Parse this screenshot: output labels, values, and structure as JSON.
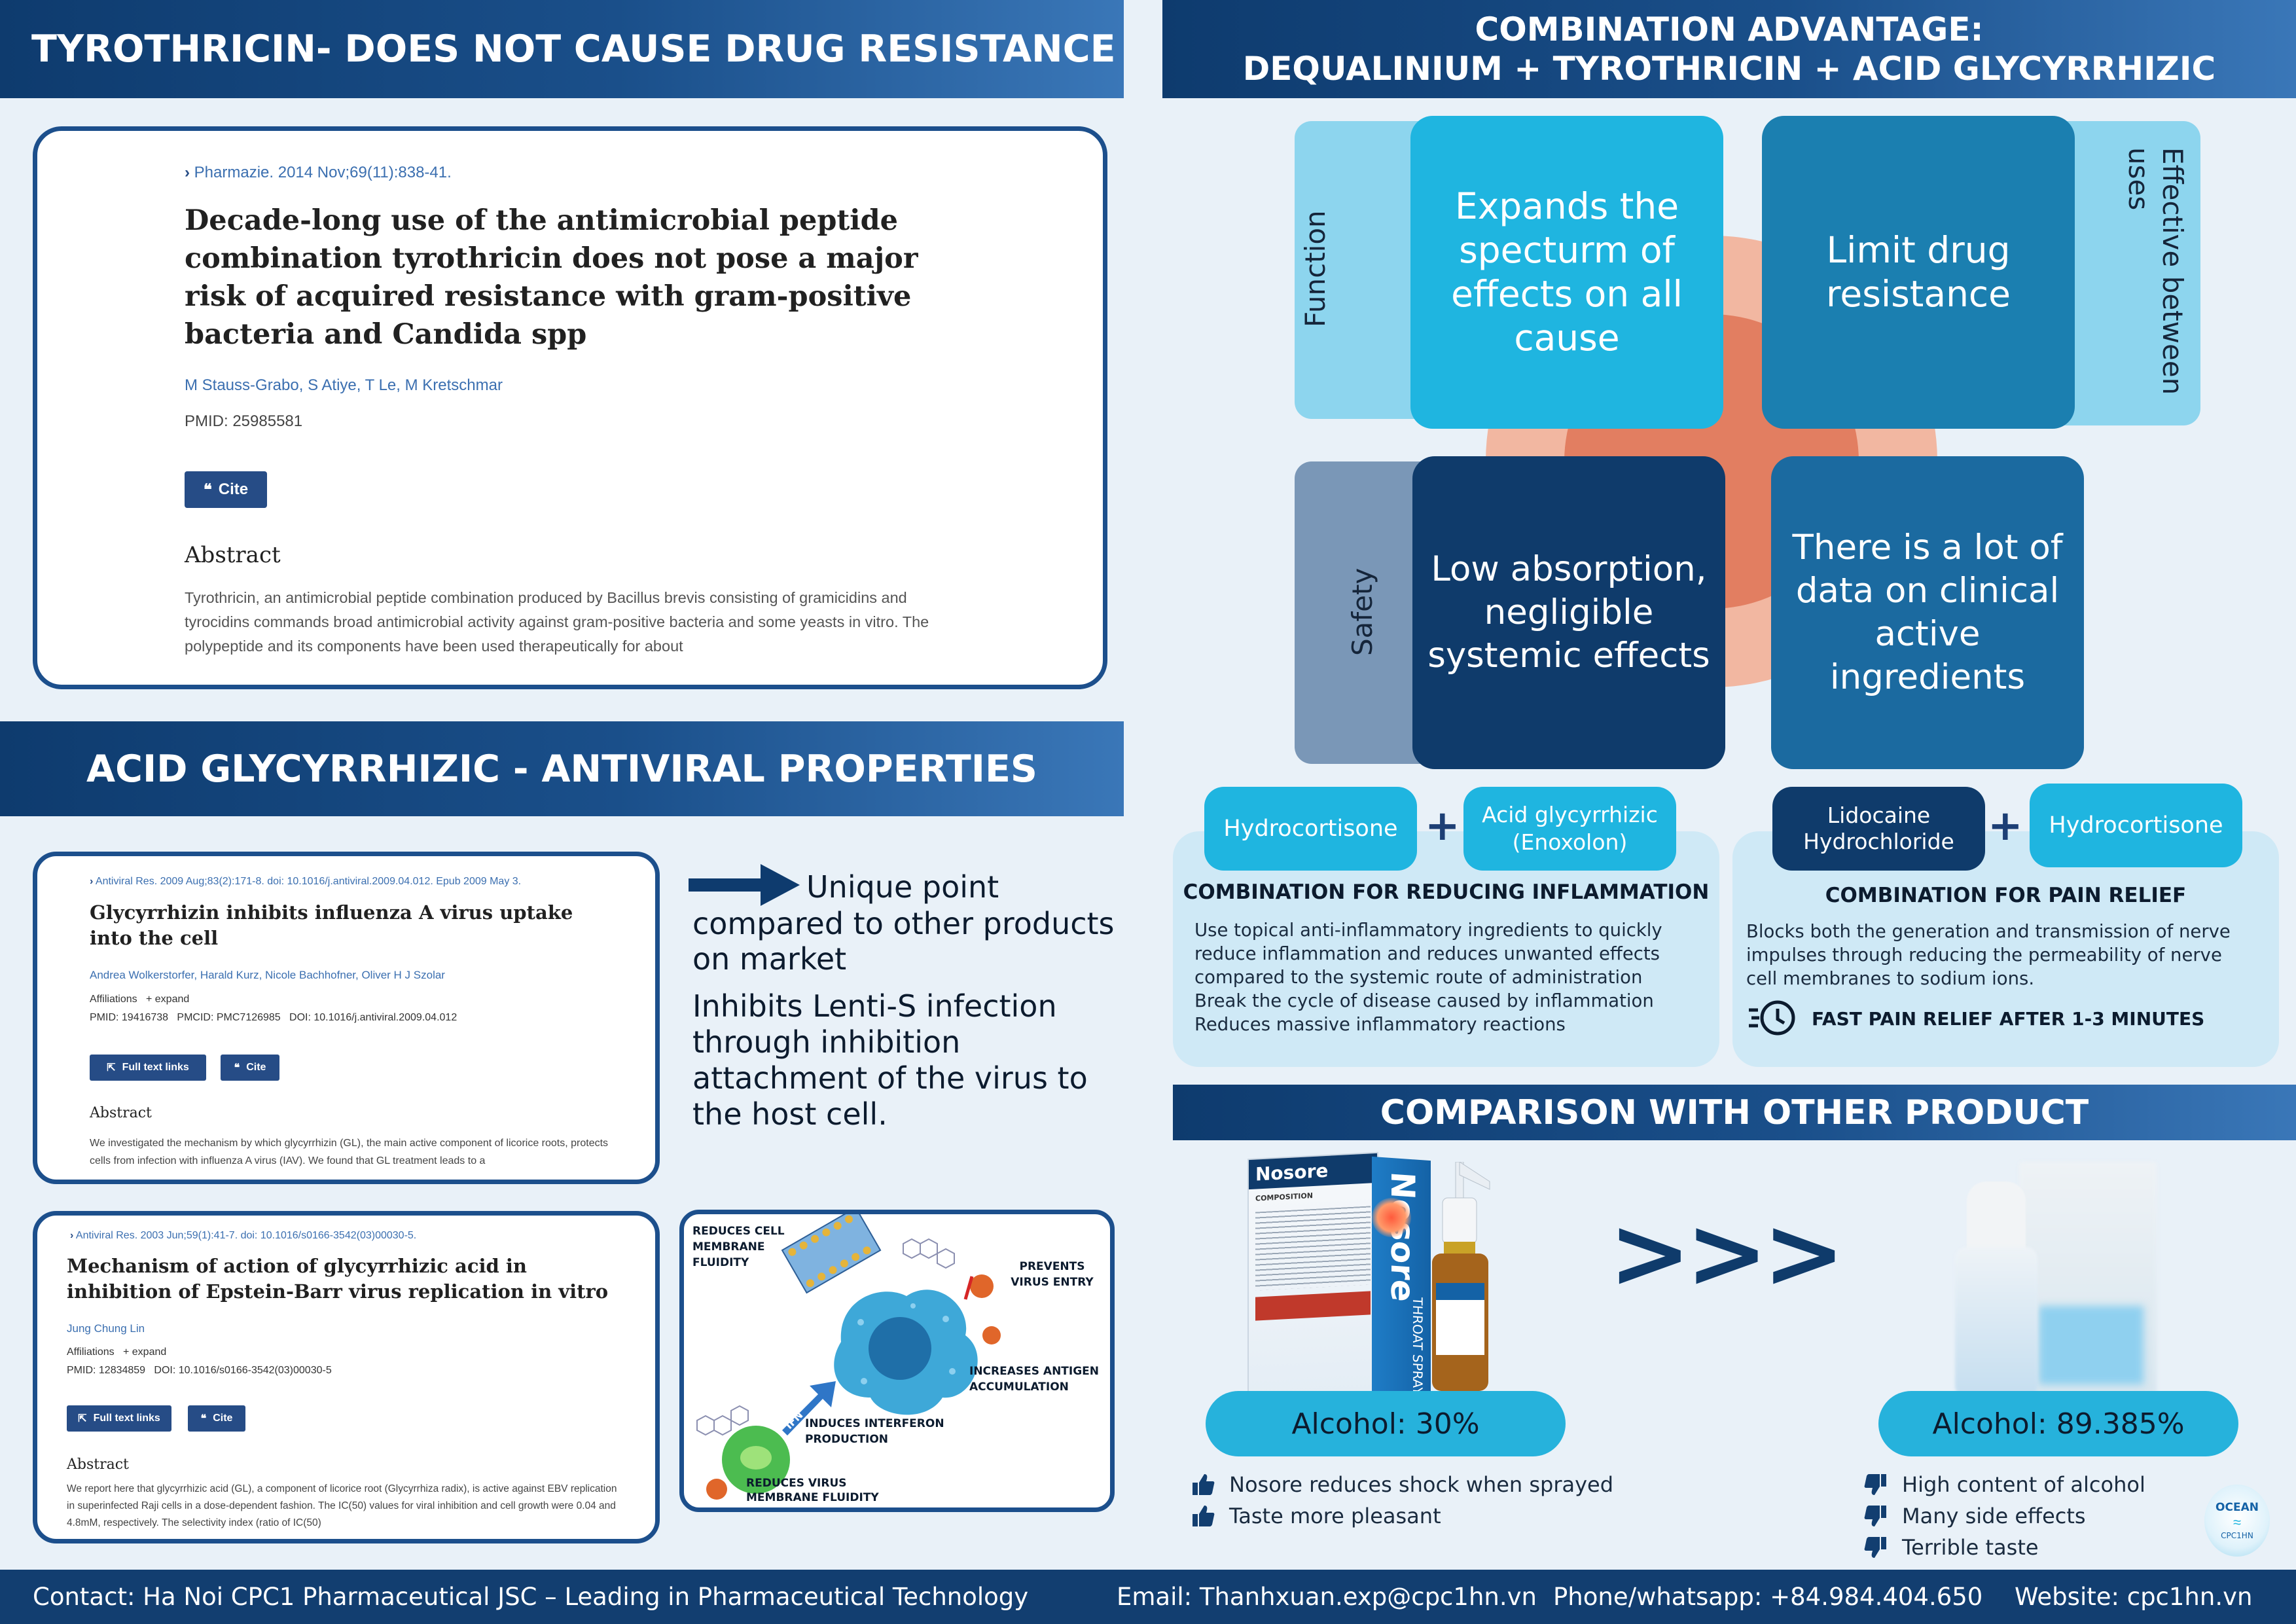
{
  "left_top": {
    "banner": "TYROTHRICIN- DOES NOT CAUSE DRUG RESISTANCE",
    "paper": {
      "source": "Pharmazie. 2014 Nov;69(11):838-41.",
      "title": "Decade-long use of the antimicrobial peptide combination tyrothricin does not pose a major risk of acquired resistance with gram-positive bacteria and Candida spp",
      "authors": "M Stauss-Grabo, S Atiye, T Le, M Kretschmar",
      "pmid": "PMID: 25985581",
      "cite": "Cite",
      "abstract_heading": "Abstract",
      "abstract": "Tyrothricin, an antimicrobial peptide combination produced by Bacillus brevis consisting of gramicidins and tyrocidins commands broad antimicrobial activity against gram-positive bacteria and some yeasts in vitro. The polypeptide and its components have been used therapeutically for about"
    }
  },
  "left_mid": {
    "banner": "ACID GLYCYRRHIZIC - ANTIVIRAL PROPERTIES",
    "paper1": {
      "source": "Antiviral Res. 2009 Aug;83(2):171-8. doi: 10.1016/j.antiviral.2009.04.012. Epub 2009 May 3.",
      "title": "Glycyrrhizin inhibits influenza A virus uptake into the cell",
      "authors": "Andrea Wolkerstorfer, Harald Kurz, Nicole Bachhofner, Oliver H J Szolar",
      "affiliations": "Affiliations",
      "expand": "+ expand",
      "ids": "PMID: 19416738   PMCID: PMC7126985   DOI: 10.1016/j.antiviral.2009.04.012",
      "full_text": "Full text links",
      "cite": "Cite",
      "abstract_heading": "Abstract",
      "abstract": "We investigated the mechanism by which glycyrrhizin (GL), the main active component of licorice roots, protects cells from infection with influenza A virus (IAV). We found that GL treatment leads to a"
    },
    "unique_point": "Unique point",
    "unique_rest": "compared to other products on market",
    "inhibits": "Inhibits  Lenti-S infection through inhibition attachment of the virus to the host cell.",
    "paper2": {
      "source": "Antiviral Res. 2003 Jun;59(1):41-7. doi: 10.1016/s0166-3542(03)00030-5.",
      "title": "Mechanism of action of glycyrrhizic acid in inhibition of Epstein-Barr virus replication in vitro",
      "authors": "Jung Chung Lin",
      "affiliations": "Affiliations",
      "expand": "+ expand",
      "ids": "PMID: 12834859   DOI: 10.1016/s0166-3542(03)00030-5",
      "full_text": "Full text links",
      "cite": "Cite",
      "abstract_heading": "Abstract",
      "abstract": "We report here that glycyrrhizic acid (GL), a component of licorice root (Glycyrrhiza radix), is active against EBV replication in superinfected Raji cells in a dose-dependent fashion. The IC(50) values for viral inhibition and cell growth were 0.04 and 4.8mM, respectively. The selectivity index (ratio of IC(50)"
    },
    "diagram": {
      "reduces_cell_fluidity": "REDUCES CELL MEMBRANE FLUIDITY",
      "prevents_entry": "PREVENTS VIRUS ENTRY",
      "increases_antigen": "INCREASES ANTIGEN ACCUMULATION",
      "induces_interferon": "INDUCES INTERFERON PRODUCTION",
      "ifn": "IFN",
      "reduces_virus_fluidity": "REDUCES VIRUS MEMBRANE FLUIDITY"
    }
  },
  "right_top": {
    "banner_line1": "COMBINATION ADVANTAGE:",
    "banner_line2": "DEQUALINIUM + TYROTHRICIN + ACID GLYCYRRHIZIC",
    "labels": {
      "function": "Function",
      "effective": "Effective between uses",
      "safety": "Safety"
    },
    "boxes": {
      "expands": "Expands the specturm of effects on all cause",
      "limit": "Limit drug resistance",
      "low_absorption": "Low absorption, negligible systemic effects",
      "data": "There is a lot of data on clinical active ingredients"
    }
  },
  "combos": {
    "inflammation": {
      "pill1": "Hydrocortisone",
      "pill2": "Acid glycyrrhizic (Enoxolon)",
      "title": "COMBINATION FOR REDUCING INFLAMMATION",
      "lines": [
        "Use topical anti-inflammatory ingredients to quickly",
        "reduce inflammation and reduces unwanted effects",
        "compared to the systemic route of administration",
        "Break the cycle of disease caused by inflammation",
        "Reduces massive inflammatory reactions"
      ]
    },
    "pain": {
      "pill1": "Lidocaine Hydrochloride",
      "pill2": "Hydrocortisone",
      "title": "COMBINATION FOR PAIN RELIEF",
      "lines": [
        "Blocks both the generation and transmission of nerve",
        "impulses through reducing the permeability of nerve",
        "cell membranes to sodium ions."
      ],
      "fast": "FAST PAIN RELIEF AFTER 1-3 MINUTES"
    }
  },
  "comparison": {
    "banner": "COMPARISON WITH OTHER PRODUCT",
    "arrows": ">>>",
    "nosore": {
      "brand": "Nosore",
      "throat_spray": "THROAT SPRAY",
      "composition": "COMPOSITION",
      "alcohol": "Alcohol: 30%",
      "pros": [
        "Nosore reduces shock when sprayed",
        "Taste more pleasant"
      ]
    },
    "other": {
      "alcohol": "Alcohol: 89.385%",
      "cons": [
        "High content of alcohol",
        "Many side effects",
        "Terrible taste"
      ]
    },
    "logo_text_top": "OCEAN",
    "logo_text_bottom": "CPC1HN"
  },
  "footer": {
    "contact": "Contact: Ha Noi CPC1 Pharmaceutical JSC  – Leading in Pharmaceutical Technology",
    "email": "Email: Thanhxuan.exp@cpc1hn.vn",
    "phone": "Phone/whatsapp: +84.984.404.650",
    "website": "Website: cpc1hn.vn"
  },
  "colors": {
    "navy": "#123e70",
    "cyan": "#1fb5e0",
    "light_cyan": "#cfe9f6",
    "orange": "#e07a5f"
  }
}
